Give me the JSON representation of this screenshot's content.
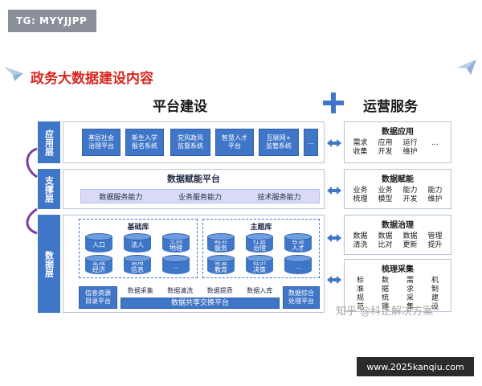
{
  "tag": "TG: MYYJJPP",
  "title": "政务大数据建设内容",
  "left_heading": "平台建设",
  "right_heading": "运营服务",
  "layers": {
    "app": "应用层",
    "support": "支撑层",
    "data": "数据层"
  },
  "app_items": [
    "基层社会\n治理平台",
    "新生入学\n报名系统",
    "党风政风\n监督系统",
    "智慧人才\n平台",
    "互联网+\n监管系统",
    "..."
  ],
  "support": {
    "title": "数据赋能平台",
    "capabilities": [
      "数据服务能力",
      "业务服务能力",
      "技术服务能力"
    ]
  },
  "data_layer": {
    "base_title": "基础库",
    "base_items": [
      "人口",
      "法人",
      "空间\n地理",
      "宏观\n经济",
      "信用\n信息",
      "..."
    ],
    "theme_title": "主题库",
    "theme_items": [
      "政务\n服务",
      "社会\n治理",
      "智慧\n人才",
      "智慧\n教育",
      "经济\n决策",
      "..."
    ],
    "left_box": "信息资源\n目录平台",
    "right_box": "数据综合\n处理平台",
    "flow_labels": [
      "数据采集",
      "数据清洗",
      "数据提质",
      "数据入库"
    ],
    "exchange": "数据共享交换平台"
  },
  "services": [
    {
      "title": "数据应用",
      "rows": [
        [
          "需求",
          "应用",
          "运行",
          "..."
        ],
        [
          "收集",
          "开发",
          "维护",
          ""
        ]
      ]
    },
    {
      "title": "数据赋能",
      "rows": [
        [
          "业务",
          "业务",
          "能力",
          "能力"
        ],
        [
          "梳理",
          "模型",
          "开发",
          "维护"
        ]
      ]
    },
    {
      "title": "数据治理",
      "rows": [
        [
          "数据",
          "数据",
          "数据",
          "管理"
        ],
        [
          "清洗",
          "比对",
          "更新",
          "提升"
        ]
      ]
    },
    {
      "title": "梳理采集",
      "rows": [
        [
          "标",
          "数",
          "需",
          "机"
        ],
        [
          "准",
          "据",
          "求",
          "制"
        ],
        [
          "规",
          "梳",
          "采",
          "建"
        ],
        [
          "范",
          "理",
          "集",
          "设"
        ]
      ]
    }
  ],
  "watermark": "知乎 @科正解决方案",
  "site": "www.2025kanqiu.com",
  "colors": {
    "accent_blue": "#3f76c8",
    "title_red": "#d7261e",
    "capability_bg": "#d9dbf4"
  }
}
